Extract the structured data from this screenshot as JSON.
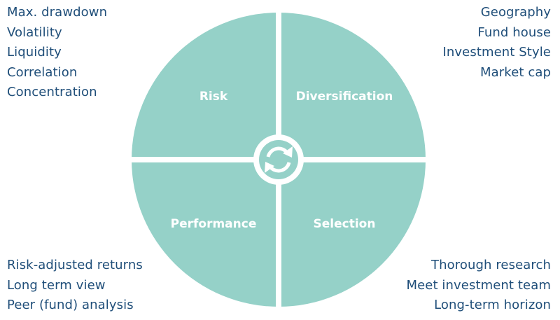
{
  "colors": {
    "wheel_fill": "#95d1c8",
    "divider": "#ffffff",
    "text": "#1f4e79",
    "label": "#ffffff"
  },
  "quadrants": {
    "top_left": "Risk",
    "top_right": "Diversification",
    "bottom_left": "Performance",
    "bottom_right": "Selection"
  },
  "center_icon": "refresh-cycle-icon",
  "lists": {
    "top_left": [
      "Max. drawdown",
      "Volatility",
      "Liquidity",
      "Correlation",
      "Concentration"
    ],
    "top_right": [
      "Geography",
      "Fund house",
      "Investment Style",
      "Market cap"
    ],
    "bottom_left": [
      "Risk-adjusted returns",
      "Long term view",
      "Peer (fund) analysis"
    ],
    "bottom_right": [
      "Thorough research",
      "Meet investment team",
      "Long-term horizon"
    ]
  }
}
